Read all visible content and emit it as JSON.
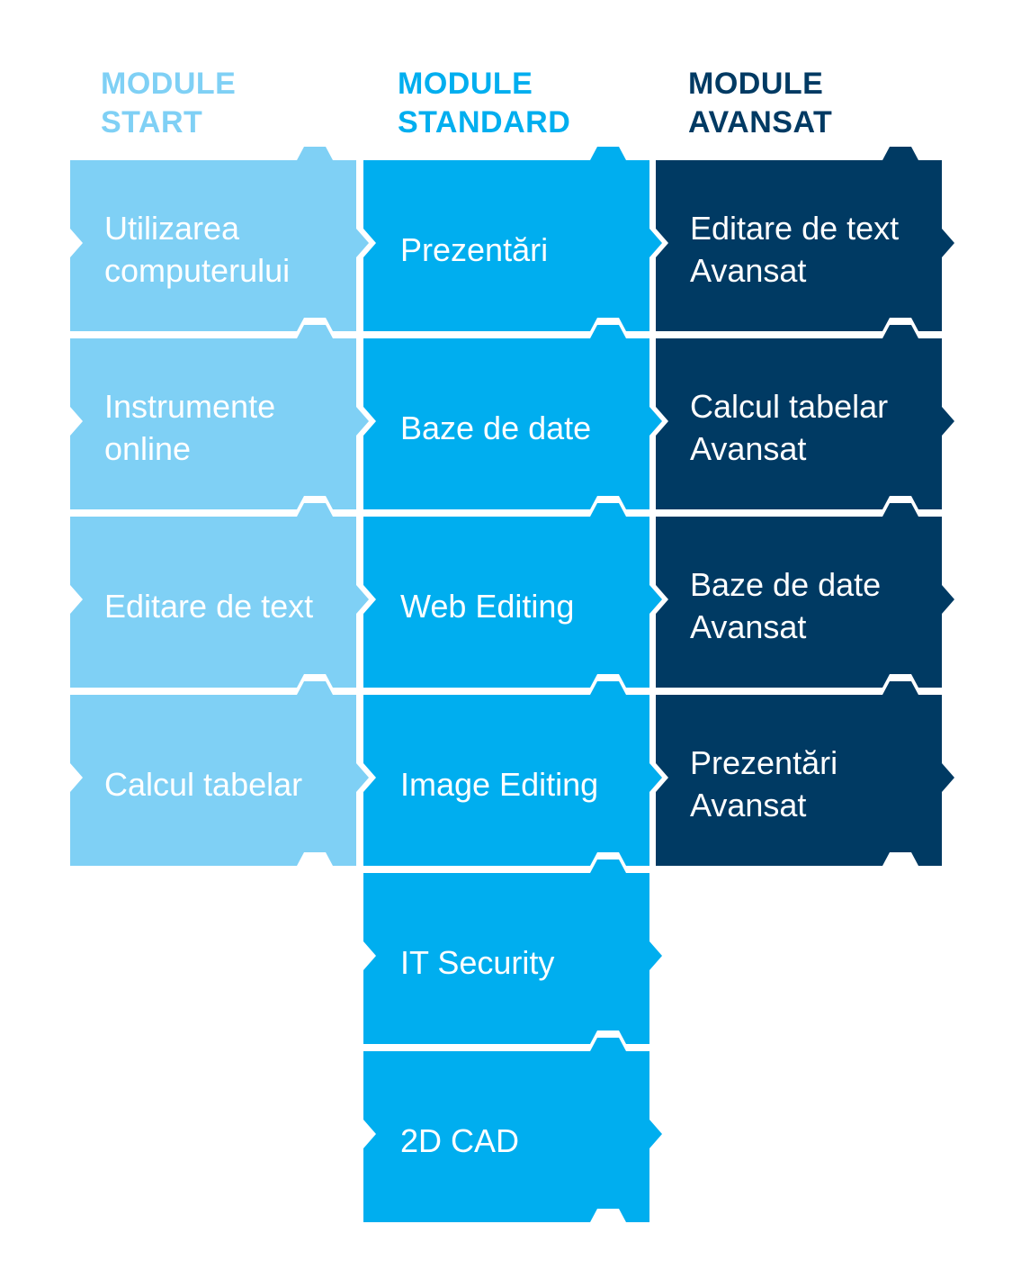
{
  "columns": [
    {
      "key": "start",
      "header": [
        "MODULE",
        "START"
      ],
      "color": "#7fd0f5",
      "modules": [
        "Utilizarea computerului",
        "Instrumente online",
        "Editare de text",
        "Calcul tabelar"
      ]
    },
    {
      "key": "standard",
      "header": [
        "MODULE",
        "STANDARD"
      ],
      "color": "#00aeef",
      "modules": [
        "Prezentări",
        "Baze de date",
        "Web Editing",
        "Image Editing",
        "IT Security",
        "2D CAD"
      ]
    },
    {
      "key": "avansat",
      "header": [
        "MODULE",
        "AVANSAT"
      ],
      "color": "#003a63",
      "modules": [
        "Editare de text Avansat",
        "Calcul tabelar Avansat",
        "Baze de date Avansat",
        "Prezentări Avansat"
      ]
    }
  ]
}
